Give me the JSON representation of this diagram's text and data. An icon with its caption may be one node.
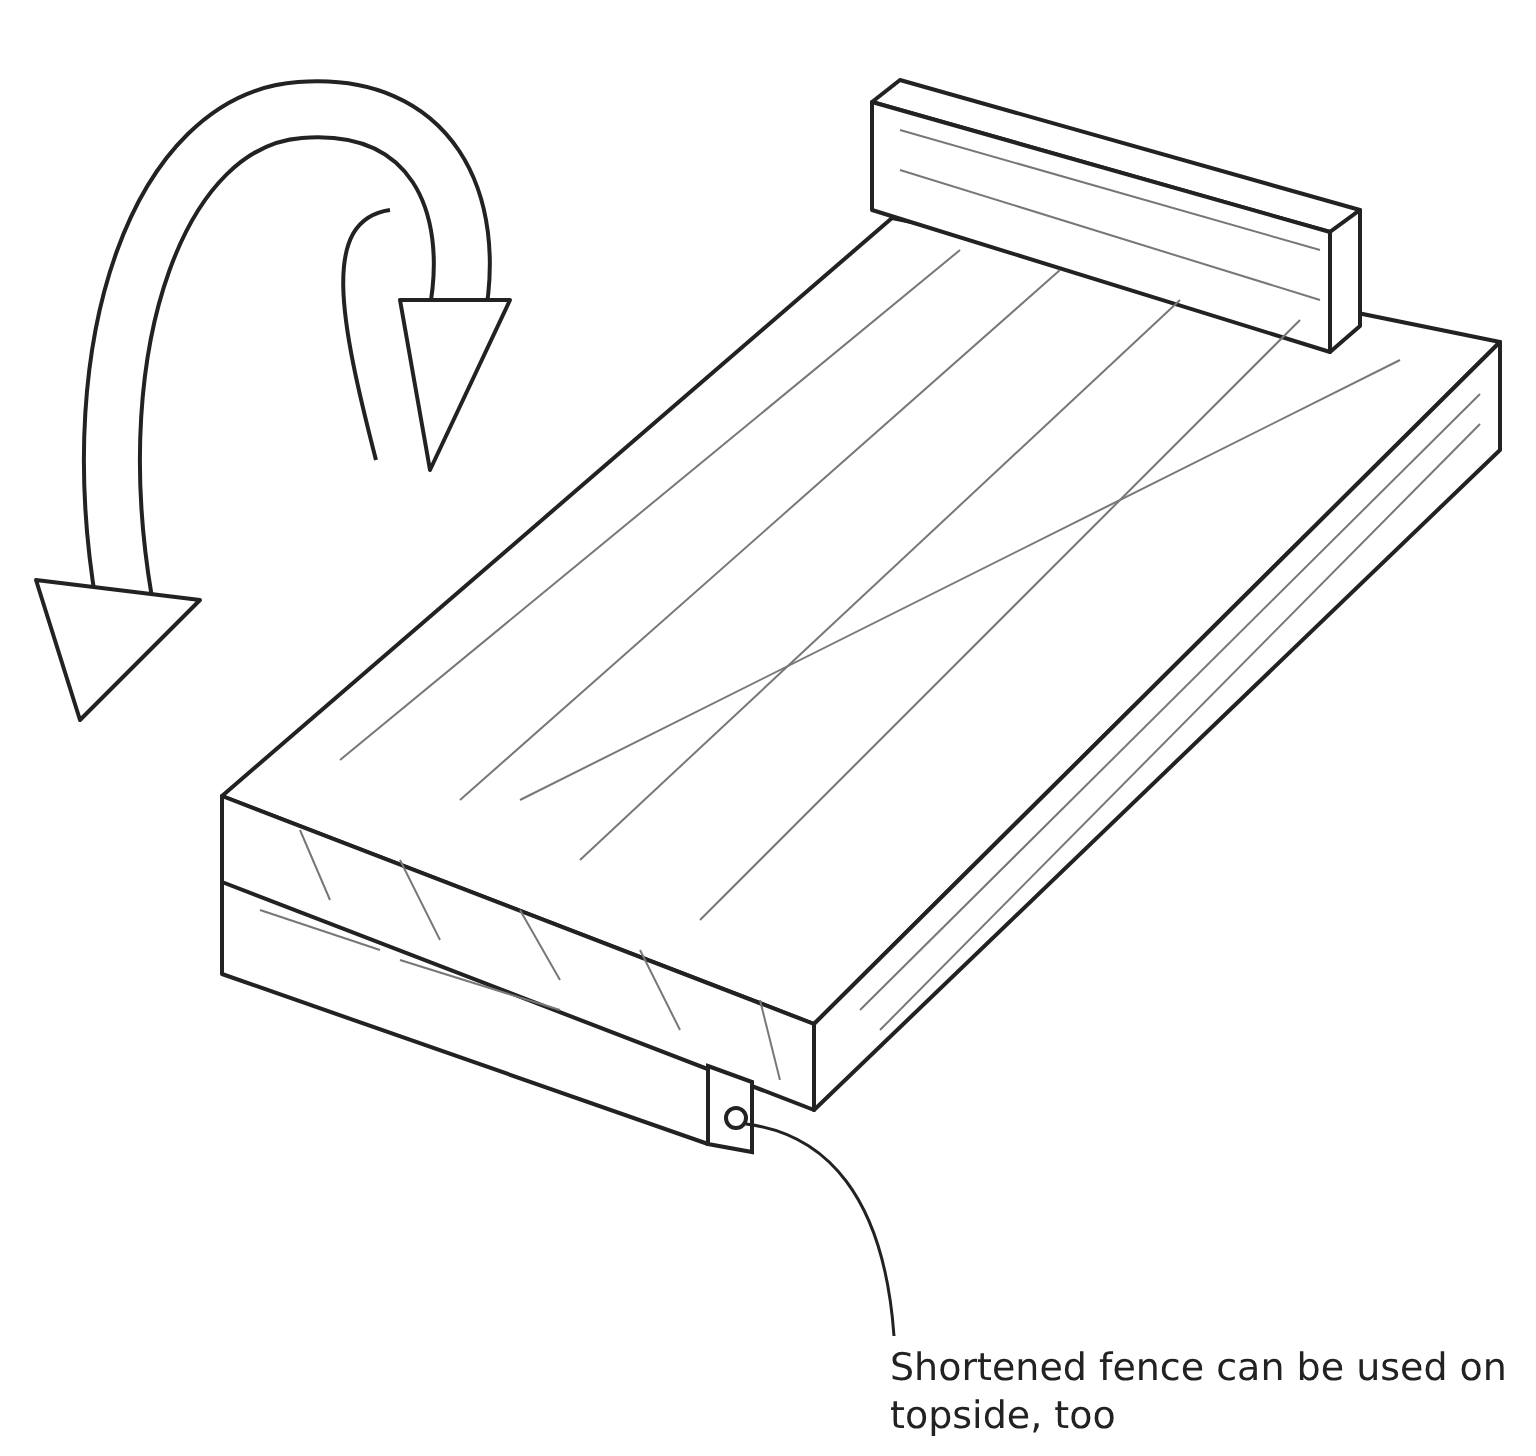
{
  "diagram": {
    "nodes": [
      {
        "text": [
          "Shortened fence can be used on topside, too"
        ]
      },
      {
        "text": [],
        "shape": "picture"
      }
    ],
    "edges": [
      {
        "from": 0,
        "to": 1,
        "arrow": "none"
      }
    ]
  }
}
